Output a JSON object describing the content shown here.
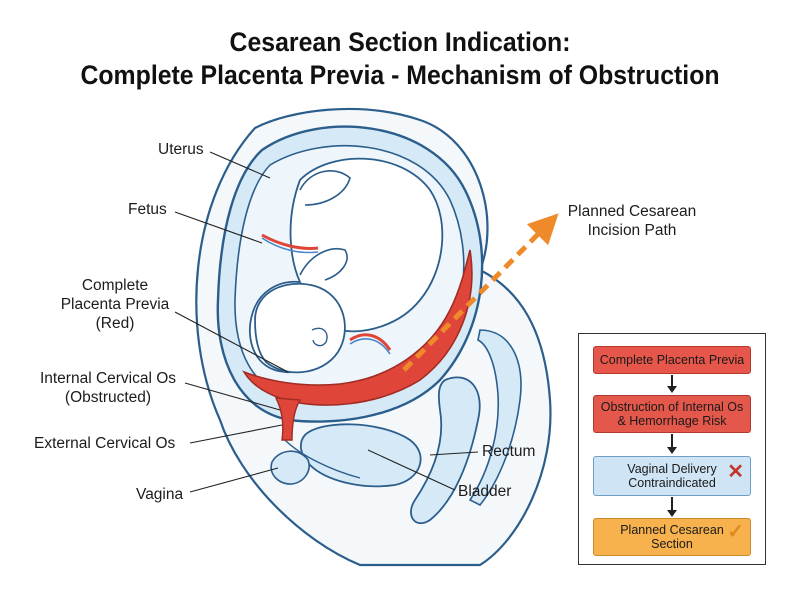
{
  "title": {
    "line1": "Cesarean Section Indication:",
    "line2": "Complete Placenta Previa - Mechanism of Obstruction"
  },
  "labels": {
    "uterus": "Uterus",
    "fetus": "Fetus",
    "placenta_line1": "Complete",
    "placenta_line2": "Placenta Previa",
    "placenta_line3": "(Red)",
    "internal_os_line1": "Internal Cervical Os",
    "internal_os_line2": "(Obstructed)",
    "external_os": "External Cervical Os",
    "vagina": "Vagina",
    "rectum": "Rectum",
    "bladder": "Bladder",
    "incision_line1": "Planned Cesarean",
    "incision_line2": "Incision Path"
  },
  "flowchart": {
    "steps": [
      {
        "line1": "Complete Placenta Previa",
        "line2": ""
      },
      {
        "line1": "Obstruction of Internal Os",
        "line2": "& Hemorrhage Risk"
      },
      {
        "line1": "Vaginal Delivery",
        "line2": "Contraindicated"
      },
      {
        "line1": "Planned Cesarean",
        "line2": "Section"
      }
    ],
    "icons": {
      "step3": "cross-icon",
      "step4": "check-icon"
    }
  },
  "colors": {
    "placenta": "#e0453a",
    "uterus_fill": "#d6e9f7",
    "uterus_stroke": "#2c5e8c",
    "arrow": "#ef8a2b",
    "skin": "#f5f8fb"
  }
}
